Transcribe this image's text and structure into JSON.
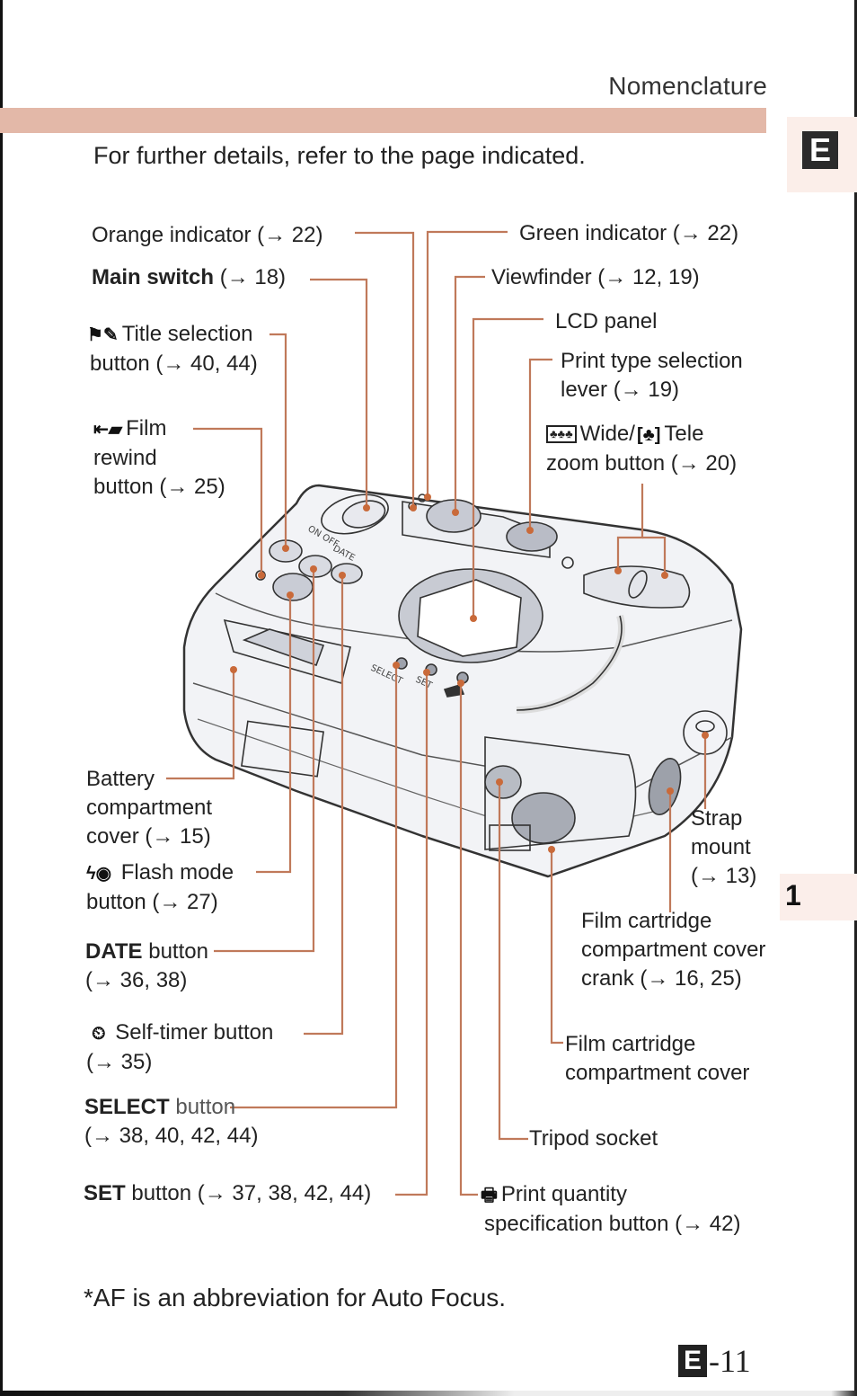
{
  "header": {
    "section_title": "Nomenclature",
    "intro": "For further details, refer to the page indicated.",
    "tab_letter": "E",
    "chapter_number": "1"
  },
  "colors": {
    "band": "#e3b8a8",
    "leader": "#c0795a",
    "tab": "#2b2b2b"
  },
  "labels": {
    "orange_indicator": {
      "name": "Orange indicator",
      "ref": "(→ 22)"
    },
    "main_switch": {
      "name": "Main switch",
      "ref": "(→ 18)"
    },
    "title_selection": {
      "icon": "title-flag-pen-icon",
      "glyph": "⚑✎",
      "line1": "Title selection",
      "line2": "button (→ 40, 44)"
    },
    "film_rewind": {
      "icon": "film-rewind-icon",
      "glyph": "⇤▰",
      "line1": "Film",
      "line2": "rewind",
      "line3": "button (→ 25)"
    },
    "green_indicator": {
      "name": "Green indicator",
      "ref": "(→ 22)"
    },
    "viewfinder": {
      "name": "Viewfinder",
      "ref": "(→ 12, 19)"
    },
    "lcd_panel": {
      "name": "LCD panel"
    },
    "print_type": {
      "line1": "Print type selection",
      "line2": "lever (→ 19)"
    },
    "zoom": {
      "wide_glyph": "♣♣♣",
      "wide": "Wide/",
      "tele_glyph": "[♣]",
      "tele": "Tele",
      "line2": "zoom button (→ 20)"
    },
    "battery": {
      "line1": "Battery",
      "line2": "compartment",
      "line3": "cover (→ 15)"
    },
    "flash": {
      "icon": "flash-redeye-icon",
      "glyph": "ϟ◉",
      "line1": "Flash mode",
      "line2": "button (→ 27)"
    },
    "date": {
      "bold": "DATE",
      "rest": "button",
      "line2": "(→ 36, 38)"
    },
    "self_timer": {
      "icon": "self-timer-icon",
      "glyph": "⏲",
      "line1": "Self-timer button",
      "line2": "(→ 35)"
    },
    "select": {
      "bold": "SELECT",
      "rest": "button",
      "line2": "(→ 38, 40, 42, 44)"
    },
    "set": {
      "bold": "SET",
      "rest": "button (→ 37, 38, 42, 44)"
    },
    "strap_mount": {
      "line1": "Strap",
      "line2": "mount",
      "line3": "(→ 13)"
    },
    "crank": {
      "line1": "Film cartridge",
      "line2": "compartment cover",
      "line3": "crank (→ 16, 25)"
    },
    "film_cover": {
      "line1": "Film cartridge",
      "line2": "compartment cover"
    },
    "tripod": {
      "name": "Tripod socket"
    },
    "print_qty": {
      "icon": "printer-icon",
      "glyph": "🖶",
      "line1": "Print quantity",
      "line2": "specification button (→ 42)"
    }
  },
  "camera_marks": {
    "main_switch": "ON  OFF",
    "date": "DATE",
    "select": "SELECT",
    "set": "SET"
  },
  "footer": {
    "footnote": "*AF is an abbreviation for Auto Focus.",
    "page_prefix": "E",
    "page_number": "-11"
  }
}
